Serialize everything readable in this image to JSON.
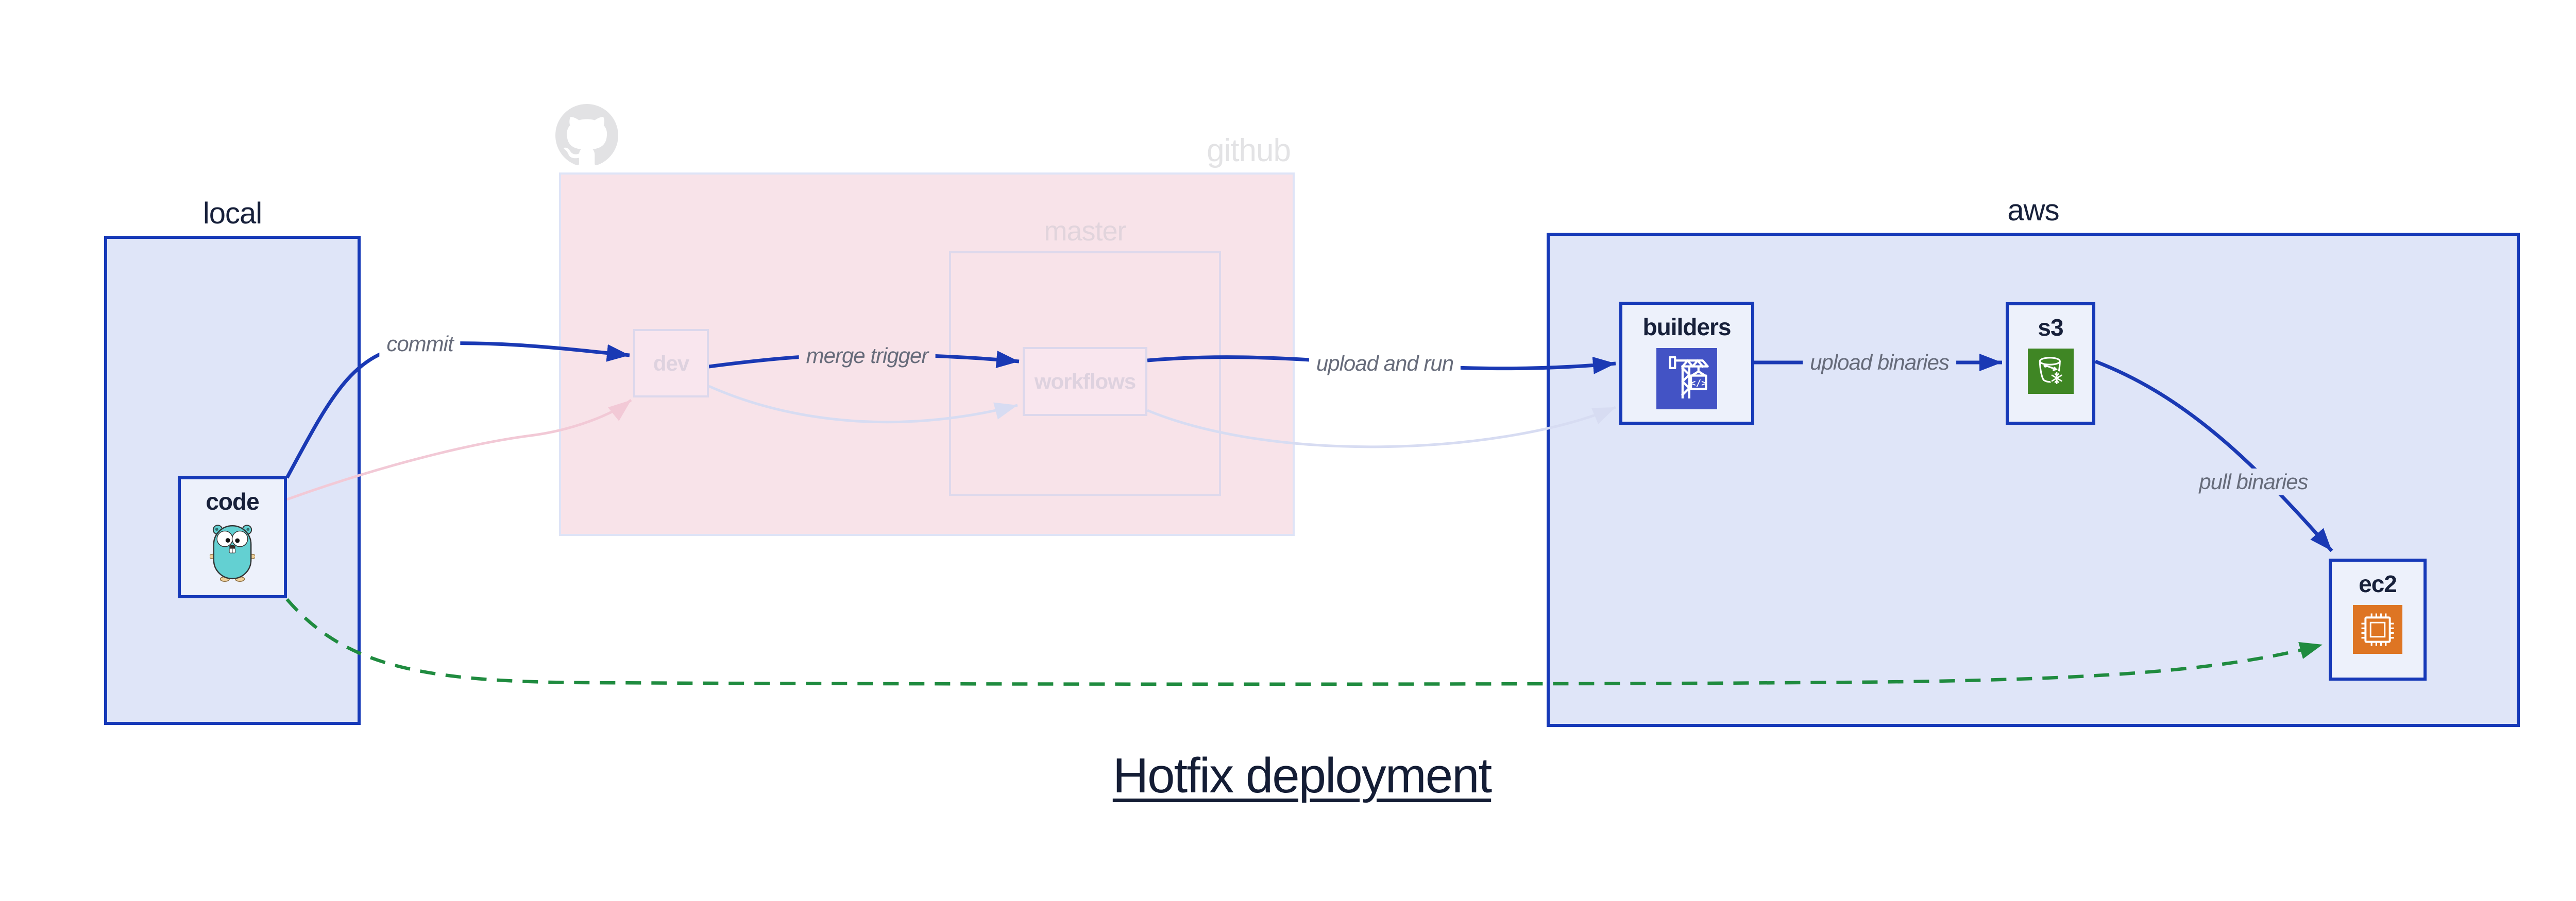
{
  "diagram": {
    "title": "Hotfix deployment",
    "groups": {
      "local": {
        "label": "local"
      },
      "github": {
        "label": "github",
        "logo_icon": "github-octocat-logo-icon",
        "master": {
          "label": "master"
        }
      },
      "aws": {
        "label": "aws"
      }
    },
    "nodes": {
      "code": {
        "label": "code",
        "icon": "go-gopher-icon"
      },
      "dev": {
        "label": "dev"
      },
      "workflows": {
        "label": "workflows"
      },
      "builders": {
        "label": "builders",
        "icon": "codebuild-crane-icon",
        "icon_bg": "#4353c5"
      },
      "s3": {
        "label": "s3",
        "icon": "s3-glacier-bucket-icon",
        "icon_bg": "#3f8624"
      },
      "ec2": {
        "label": "ec2",
        "icon": "ec2-chip-icon",
        "icon_bg": "#de7523"
      }
    },
    "edges": {
      "commit": {
        "label": "commit",
        "from": "code",
        "to": "dev",
        "style": "solid-blue"
      },
      "merge_trigger": {
        "label": "merge trigger",
        "from": "dev",
        "to": "workflows",
        "style": "solid-blue"
      },
      "upload_and_run": {
        "label": "upload and run",
        "from": "workflows",
        "to": "builders",
        "style": "solid-blue"
      },
      "upload_binaries": {
        "label": "upload binaries",
        "from": "builders",
        "to": "s3",
        "style": "solid-blue"
      },
      "pull_binaries": {
        "label": "pull binaries",
        "from": "s3",
        "to": "ec2",
        "style": "solid-blue"
      },
      "hotfix_direct": {
        "from": "code",
        "to": "ec2",
        "style": "dashed-green"
      },
      "faded_code_to_dev": {
        "from": "code",
        "to": "dev",
        "style": "faded-pink"
      },
      "faded_dev_to_workflows": {
        "from": "dev",
        "to": "workflows",
        "style": "faded-lavender"
      },
      "faded_workflows_to_builders": {
        "from": "workflows",
        "to": "builders",
        "style": "faded-lavender"
      }
    },
    "colors": {
      "strong_blue_border": "#1639b8",
      "edge_blue": "#1a39b4",
      "panel_blue_fill": "#dfe5f8",
      "node_fill": "#edf1fb",
      "github_pink_fill": "#f8e3e9",
      "faded_border": "#dcd8ec",
      "faded_node_label": "#ded2df",
      "edge_label_gray": "#666b7a",
      "navy_text": "#17203a",
      "github_gray": "#e3e3e5",
      "green_dashed": "#1f8b3f",
      "faded_pink_edge": "#f2c9d6",
      "faded_lavender_edge": "#d7dcf2",
      "codebuild_indigo": "#4353c5",
      "s3_green": "#3f8624",
      "ec2_orange": "#de7523",
      "gopher_teal": "#63d0d2"
    }
  }
}
